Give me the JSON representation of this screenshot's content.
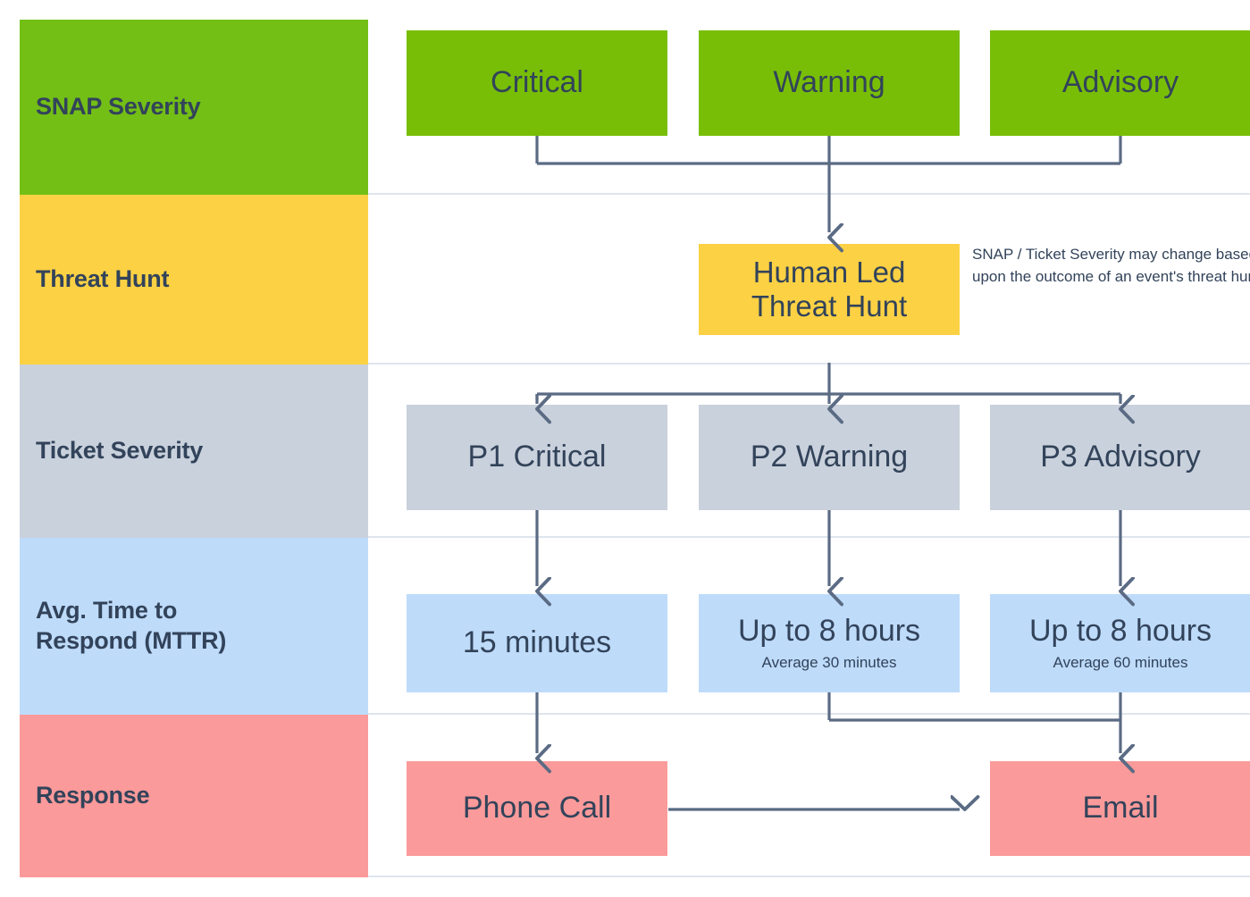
{
  "colors": {
    "green_label": "#73BF16",
    "green_box": "#78BE07",
    "yellow": "#FCD144",
    "gray": "#C9D1DC",
    "blue": "#BEDBFA",
    "red": "#FB9A9A",
    "text": "#32435a",
    "connector": "#5b6b84",
    "row_separator": "#dfe5ee"
  },
  "rows": [
    {
      "label": "SNAP Severity",
      "nodes": [
        {
          "title": "Critical",
          "sub": ""
        },
        {
          "title": "Warning",
          "sub": ""
        },
        {
          "title": "Advisory",
          "sub": ""
        }
      ]
    },
    {
      "label": "Threat Hunt",
      "nodes": [
        {
          "title": "Human Led Threat Hunt",
          "title_line1": "Human Led",
          "title_line2": "Threat Hunt",
          "sub": ""
        }
      ],
      "note": "SNAP / Ticket Severity may change based upon the outcome of an event's threat hunt"
    },
    {
      "label": "Ticket Severity",
      "nodes": [
        {
          "title": "P1 Critical",
          "sub": ""
        },
        {
          "title": "P2 Warning",
          "sub": ""
        },
        {
          "title": "P3 Advisory",
          "sub": ""
        }
      ]
    },
    {
      "label": "Avg. Time to Respond (MTTR)",
      "label_line1": "Avg. Time to",
      "label_line2": "Respond (MTTR)",
      "nodes": [
        {
          "title": "15 minutes",
          "sub": ""
        },
        {
          "title": "Up to 8 hours",
          "sub": "Average 30 minutes"
        },
        {
          "title": "Up to 8 hours",
          "sub": "Average 60 minutes"
        }
      ]
    },
    {
      "label": "Response",
      "nodes": [
        {
          "title": "Phone Call",
          "sub": ""
        },
        {
          "title": "Email",
          "sub": ""
        }
      ]
    }
  ]
}
